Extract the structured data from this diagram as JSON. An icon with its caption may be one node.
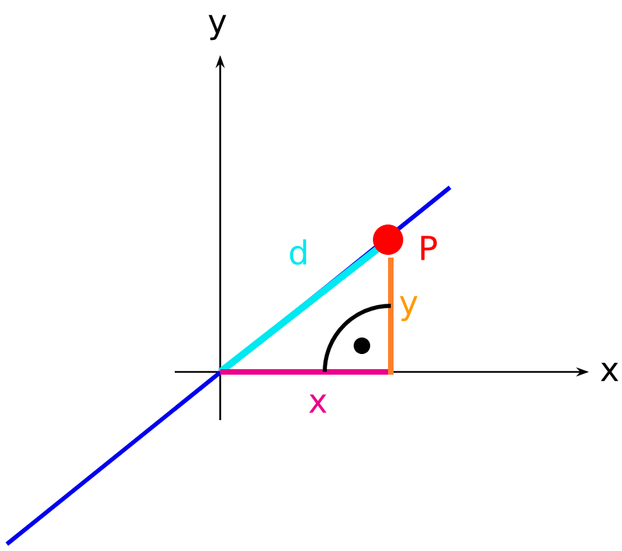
{
  "diagram": {
    "labels": [
      "y",
      "x",
      "d",
      "P",
      "y",
      "x"
    ]
  }
}
